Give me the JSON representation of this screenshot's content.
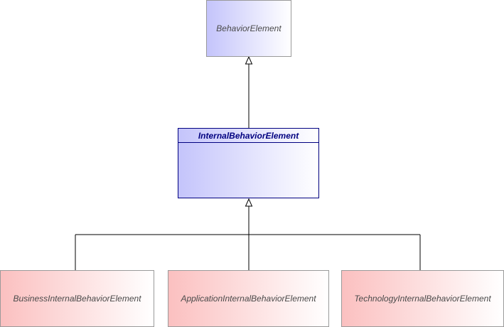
{
  "diagram": {
    "nodes": {
      "behavior_element": {
        "label": "BehaviorElement"
      },
      "internal_behavior_element": {
        "label": "InternalBehaviorElement"
      },
      "business_internal_behavior_element": {
        "label": "BusinessInternalBehaviorElement"
      },
      "application_internal_behavior_element": {
        "label": "ApplicationInternalBehaviorElement"
      },
      "technology_internal_behavior_element": {
        "label": "TechnologyInternalBehaviorElement"
      }
    },
    "relations": [
      {
        "type": "generalization",
        "from": "internal_behavior_element",
        "to": "behavior_element"
      },
      {
        "type": "generalization",
        "from": "business_internal_behavior_element",
        "to": "internal_behavior_element"
      },
      {
        "type": "generalization",
        "from": "application_internal_behavior_element",
        "to": "internal_behavior_element"
      },
      {
        "type": "generalization",
        "from": "technology_internal_behavior_element",
        "to": "internal_behavior_element"
      }
    ],
    "colors": {
      "abstract_fill": "#c4c4fb",
      "specialization_fill": "#fbc0c0",
      "class_border": "#000080",
      "box_border": "#9a9a9a",
      "connector": "#000000"
    }
  }
}
